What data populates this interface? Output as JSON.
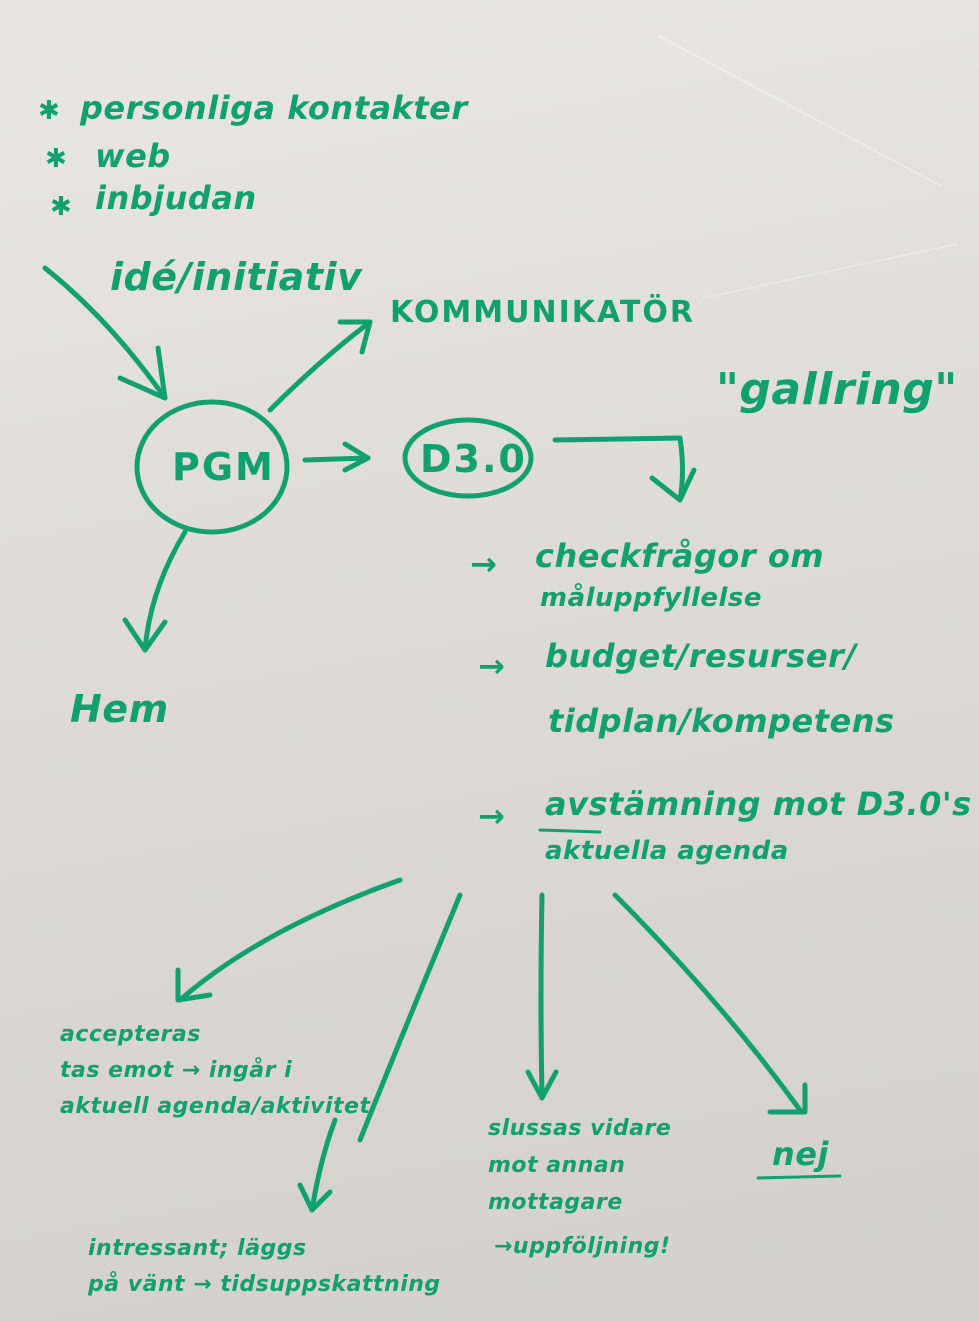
{
  "sources": {
    "bullet": "✱",
    "items": [
      "personliga kontakter",
      "web",
      "inbjudan"
    ]
  },
  "idea_label": "idé/initiativ",
  "kommunikator": "KOMMUNIKATÖR",
  "gallring": "\"gallring\"",
  "pgm": "PGM",
  "d30": "D3.0",
  "hem": "Hem",
  "checks": {
    "arrow": "→",
    "c1_line1": "checkfrågor om",
    "c1_line2": "måluppfyllelse",
    "c2_line1": "budget/resurser/",
    "c2_line2": "tidplan/kompetens",
    "c3_line1": "avstämning mot D3.0's",
    "c3_line2": "aktuella agenda"
  },
  "outcomes": {
    "accept_1": "accepteras",
    "accept_2": "tas emot → ingår i",
    "accept_3": "aktuell agenda/aktivitet",
    "interest_1": "intressant; läggs",
    "interest_2": "på vänt → tidsuppskattning",
    "forward_1": "slussas vidare",
    "forward_2": "mot annan",
    "forward_3": "mottagare",
    "forward_4": "→uppföljning!",
    "no": "nej"
  },
  "colors": {
    "ink": "#12a070",
    "paper": "#e4e2de"
  }
}
